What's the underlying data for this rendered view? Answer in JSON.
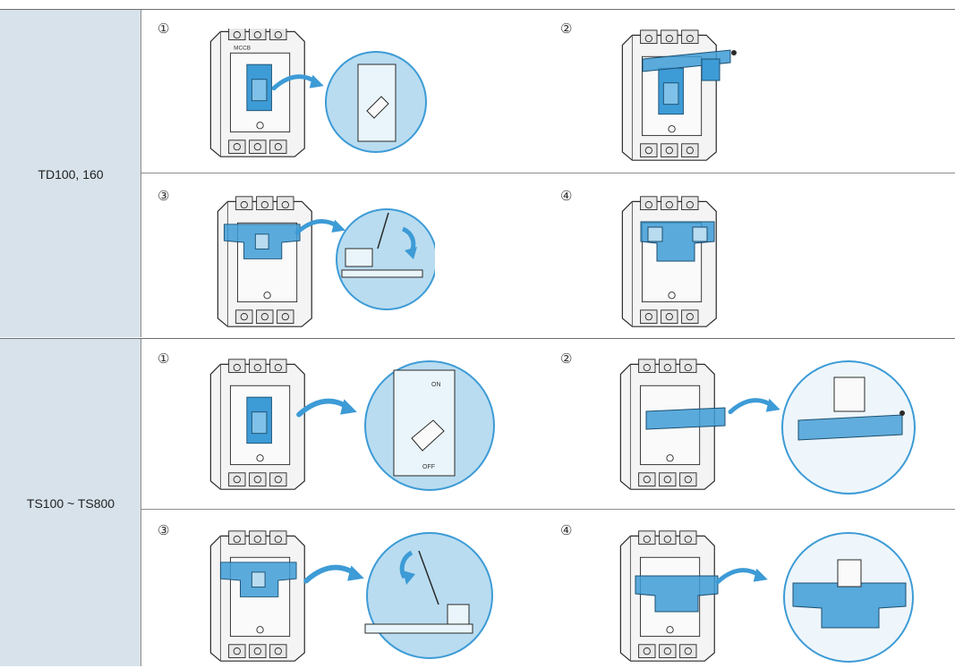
{
  "rows": [
    {
      "model": "TD100, 160",
      "steps": [
        {
          "num": "①",
          "illustration": "breaker-handle-detail"
        },
        {
          "num": "②",
          "illustration": "breaker-lock-inserted"
        },
        {
          "num": "③",
          "illustration": "breaker-lock-rotate"
        },
        {
          "num": "④",
          "illustration": "breaker-lock-installed"
        }
      ]
    },
    {
      "model": "TS100 ~ TS800",
      "steps": [
        {
          "num": "①",
          "illustration": "breaker-handle-detail"
        },
        {
          "num": "②",
          "illustration": "breaker-lock-inserted"
        },
        {
          "num": "③",
          "illustration": "breaker-lock-rotate"
        },
        {
          "num": "④",
          "illustration": "breaker-lock-installed"
        }
      ]
    }
  ],
  "brand_text": "MCCB",
  "handle_labels": {
    "on": "ON",
    "off": "OFF"
  },
  "colors": {
    "label_bg": "#d7e2ea",
    "highlight": "#3d9bd6",
    "highlight_light": "#b9dcf0",
    "line": "#2a2a2a"
  }
}
